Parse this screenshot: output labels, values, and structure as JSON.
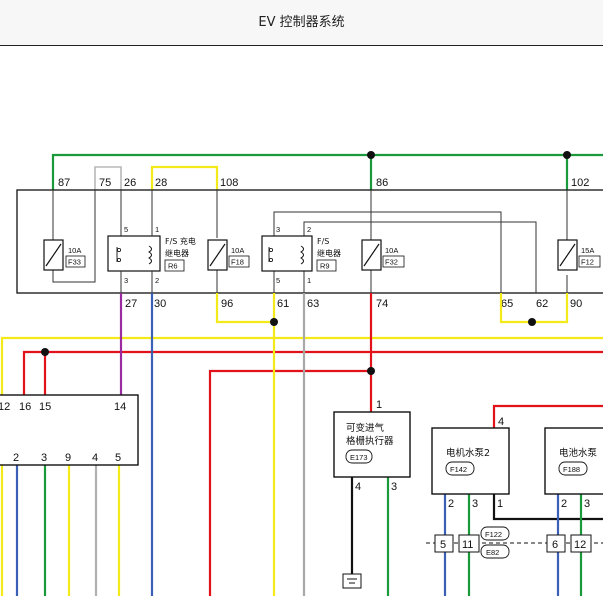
{
  "header": {
    "title": "EV 控制器系统"
  },
  "colors": {
    "green": "#1b9a3c",
    "yellow": "#f4ea1a",
    "red": "#e1121a",
    "blue": "#3b5fb5",
    "purple": "#9a2aa0",
    "gray": "#a8a8a8",
    "black": "#111111"
  },
  "fuse_box": {
    "top_pins": [
      "87",
      "75",
      "26",
      "28",
      "108",
      "86",
      "102"
    ],
    "bottom_pins": [
      "27",
      "30",
      "96",
      "61",
      "63",
      "74",
      "65",
      "62",
      "90"
    ]
  },
  "fuses": [
    {
      "rating": "10A",
      "code": "F33"
    },
    {
      "rating": "10A",
      "code": "F18"
    },
    {
      "rating": "10A",
      "code": "F32"
    },
    {
      "rating": "15A",
      "code": "F12"
    }
  ],
  "relays": [
    {
      "label_line1": "F/S 充电",
      "label_line2": "继电器",
      "code": "R6",
      "pins": [
        "5",
        "1",
        "3",
        "2"
      ]
    },
    {
      "label_line1": "F/S",
      "label_line2": "继电器",
      "code": "R9",
      "pins": [
        "3",
        "2",
        "5",
        "1"
      ]
    }
  ],
  "left_connector": {
    "top_pins": [
      "12",
      "16",
      "15",
      "14"
    ],
    "bottom_pins": [
      "2",
      "3",
      "9",
      "4",
      "5"
    ]
  },
  "actuator": {
    "pin_top": "1",
    "label_line1": "可变进气",
    "label_line2": "格栅执行器",
    "code": "E173",
    "pins_bottom": [
      "4",
      "3"
    ]
  },
  "pump2": {
    "pin_top": "4",
    "label": "电机水泵2",
    "code": "F142",
    "pins_bottom": [
      "2",
      "3",
      "1"
    ]
  },
  "battery_pump": {
    "label": "电池水泵",
    "code": "F188",
    "pins_bottom": [
      "2",
      "3"
    ]
  },
  "connectors": {
    "c1": [
      "5",
      "11"
    ],
    "c2": [
      "6",
      "12"
    ],
    "codes": [
      "F122",
      "E82"
    ]
  }
}
